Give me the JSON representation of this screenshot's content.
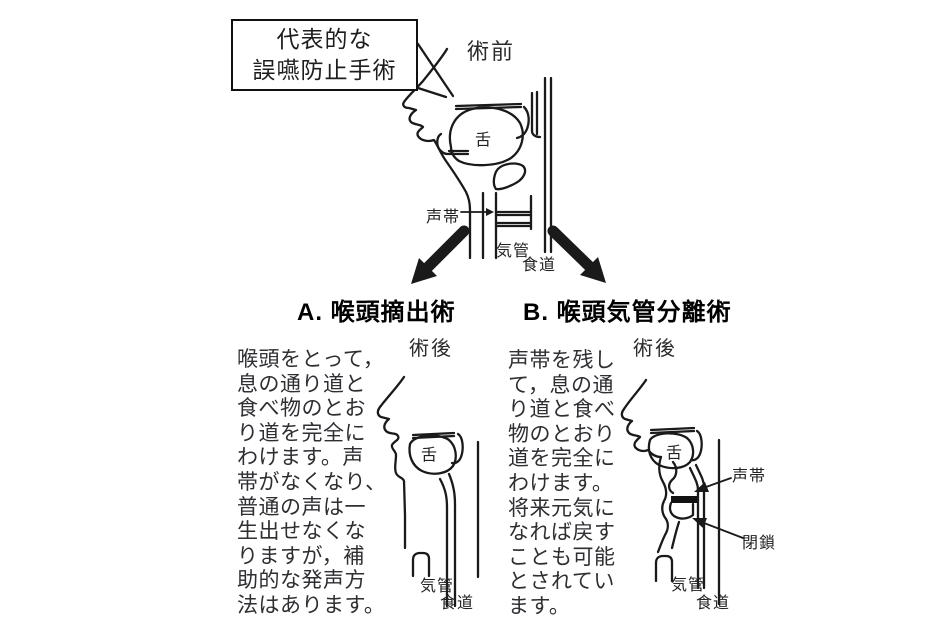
{
  "title_box": {
    "line1": "代表的な",
    "line2": "誤嚥防止手術"
  },
  "pre_op": {
    "stage_label": "術前",
    "labels": {
      "tongue": "舌",
      "vocal_cords": "声帯",
      "trachea": "気管",
      "esophagus": "食道"
    }
  },
  "option_a": {
    "heading": "A. 喉頭摘出術",
    "stage_label": "術後",
    "description_lines": [
      "喉頭をとって，",
      "息の通り道と",
      "食べ物のとお",
      "り道を完全に",
      "わけます。声",
      "帯がなくなり、",
      "普通の声は一",
      "生出せなくな",
      "りますが，補",
      "助的な発声方",
      "法はあります。"
    ],
    "labels": {
      "tongue": "舌",
      "trachea": "気管",
      "esophagus": "食道"
    }
  },
  "option_b": {
    "heading": "B. 喉頭気管分離術",
    "stage_label": "術後",
    "description_lines": [
      "声帯を残し",
      "て，息の通",
      "り道と食べ",
      "物のとおり",
      "道を完全に",
      "わけます。",
      "将来元気に",
      "なれば戻す",
      "ことも可能",
      "とされてい",
      "ます。"
    ],
    "labels": {
      "tongue": "舌",
      "vocal_cords": "声帯",
      "closure": "閉鎖",
      "trachea": "気管",
      "esophagus": "食道"
    }
  },
  "colors": {
    "ink": "#1a1a1a",
    "text": "#2e2e33",
    "background": "#ffffff"
  }
}
